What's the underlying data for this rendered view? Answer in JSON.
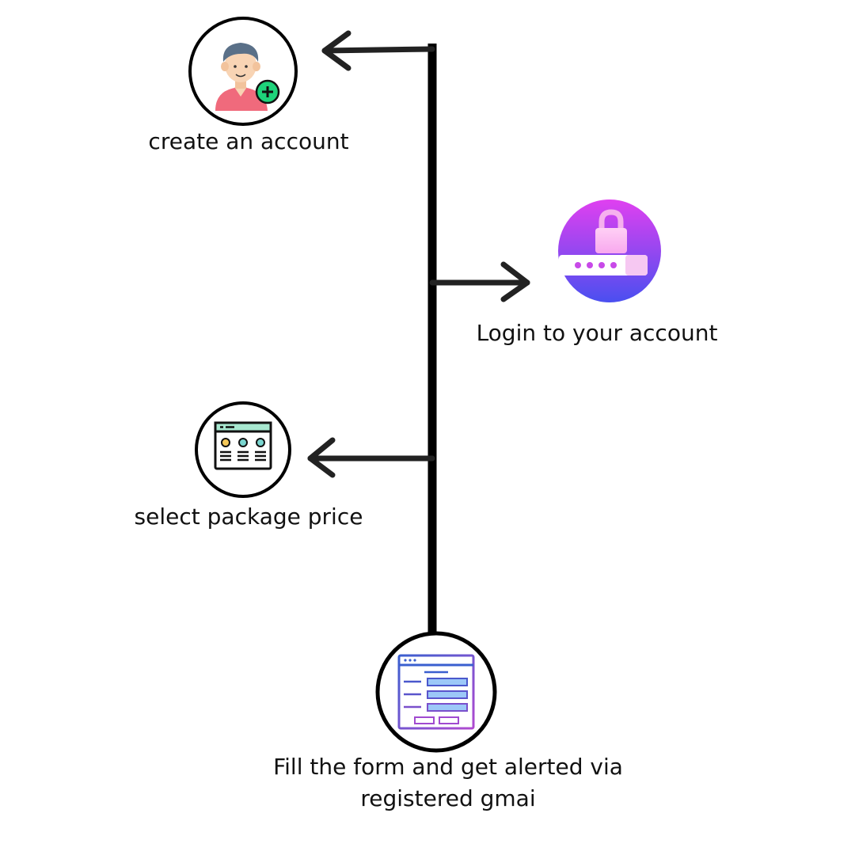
{
  "steps": {
    "create_account": {
      "label": "create an account",
      "icon": "user-add-icon"
    },
    "login": {
      "label": "Login to your account",
      "icon": "password-lock-icon"
    },
    "select_package": {
      "label": "select package price",
      "icon": "pricing-page-icon"
    },
    "fill_form": {
      "label_line1": "Fill the form and get alerted via",
      "label_line2": "registered gmai",
      "icon": "web-form-icon"
    }
  },
  "colors": {
    "line": "#000000",
    "arrow": "#222222",
    "add_badge": "#1ed37a",
    "login_gradient_top": "#e040f0",
    "login_gradient_bottom": "#4a4ff0",
    "form_gradient_top": "#3a5fcf",
    "form_gradient_bottom": "#b04ad0"
  }
}
